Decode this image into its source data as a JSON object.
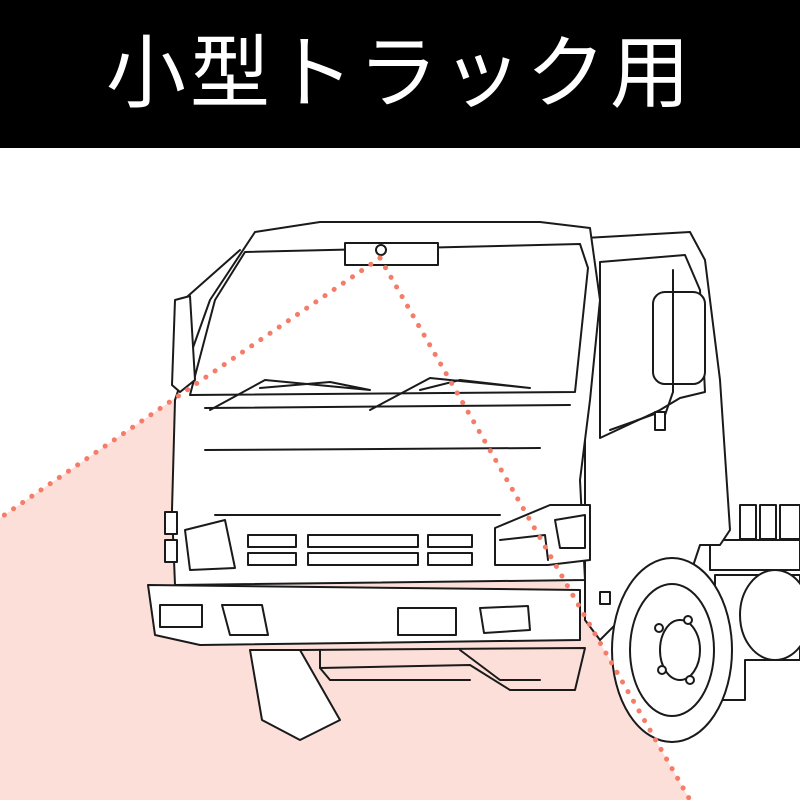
{
  "banner": {
    "title": "小型トラック用"
  },
  "colors": {
    "banner_bg": "#000000",
    "banner_text": "#ffffff",
    "coverage_fill": "#fddfda",
    "camera_ray": "#f47c68",
    "line_art": "#1a1a1a"
  },
  "illustration": {
    "subject": "small-truck-front-view",
    "camera": "windshield-mounted-camera"
  }
}
